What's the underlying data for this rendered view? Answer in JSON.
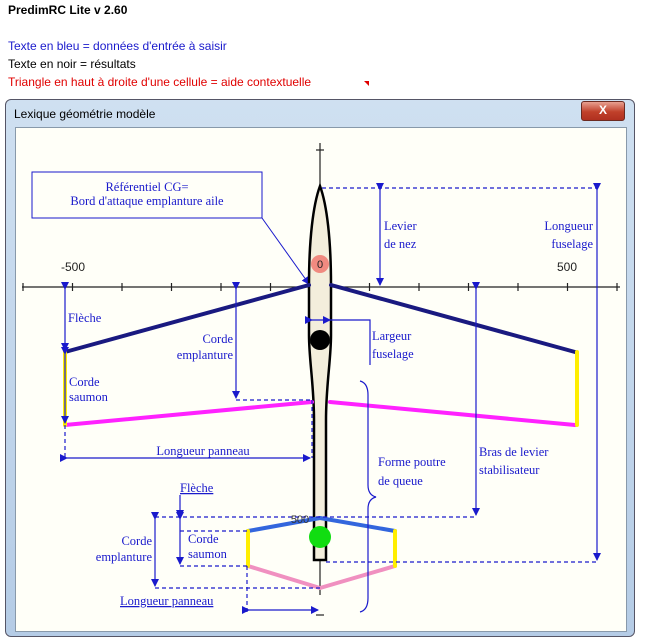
{
  "header": {
    "title": "PredimRC Lite v 2.60",
    "legend_blue": "Texte en bleu = données d'entrée à saisir",
    "legend_black": "Texte en noir = résultats",
    "legend_red": "Triangle en haut à droite d'une cellule = aide contextuelle"
  },
  "dialog": {
    "title": "Lexique géométrie modèle",
    "close_label": "X"
  },
  "diagram": {
    "ref_box_line1": "Référentiel CG=",
    "ref_box_line2": "Bord d'attaque emplanture aile",
    "axis_neg": "-500",
    "axis_pos": "500",
    "axis_zero": "0",
    "axis_500_vertical": "500",
    "levier_nez": [
      "Levier",
      "de nez"
    ],
    "longueur_fuselage": [
      "Longueur",
      "fuselage"
    ],
    "fleche_aile": "Flèche",
    "corde_emplanture_aile": [
      "Corde",
      "emplanture"
    ],
    "largeur_fuselage": [
      "Largeur",
      "fuselage"
    ],
    "corde_saumon_aile": [
      "Corde",
      "saumon"
    ],
    "longueur_panneau_aile": "Longueur panneau",
    "forme_poutre": [
      "Forme poutre",
      "de queue"
    ],
    "bras_levier": [
      "Bras de levier",
      "stabilisateur"
    ],
    "fleche_stab": "Flèche",
    "corde_emplanture_stab": [
      "Corde",
      "emplanture"
    ],
    "corde_saumon_stab": [
      "Corde",
      "saumon"
    ],
    "longueur_panneau_stab": "Longueur panneau"
  },
  "colors": {
    "input_text": "#1a1acc",
    "help_text": "#e00000",
    "wing_leading": "#1a1a80",
    "wing_trailing": "#ff22ff",
    "tip": "#ffee00",
    "stab_leading": "#3366dd",
    "stab_trailing": "#f090c0"
  }
}
